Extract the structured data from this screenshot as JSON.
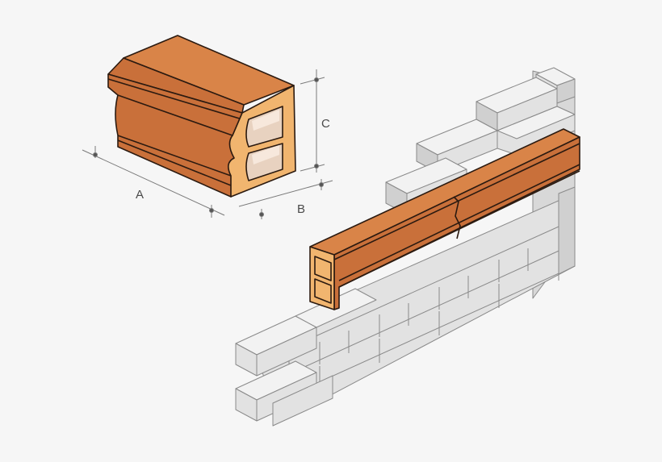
{
  "diagram": {
    "dimension_labels": {
      "length": "A",
      "width": "B",
      "height": "C"
    },
    "colors": {
      "brick_top": "#d98448",
      "brick_side": "#c9703a",
      "brick_end": "#f1b56f",
      "brick_outline": "#2b1a10",
      "wall_top": "#f2f2f2",
      "wall_front": "#e2e2e2",
      "wall_side": "#d0d0d0",
      "wall_outline": "#8a8a8a",
      "dimension_line": "#7a7a7a",
      "background": "#f6f6f6"
    }
  }
}
